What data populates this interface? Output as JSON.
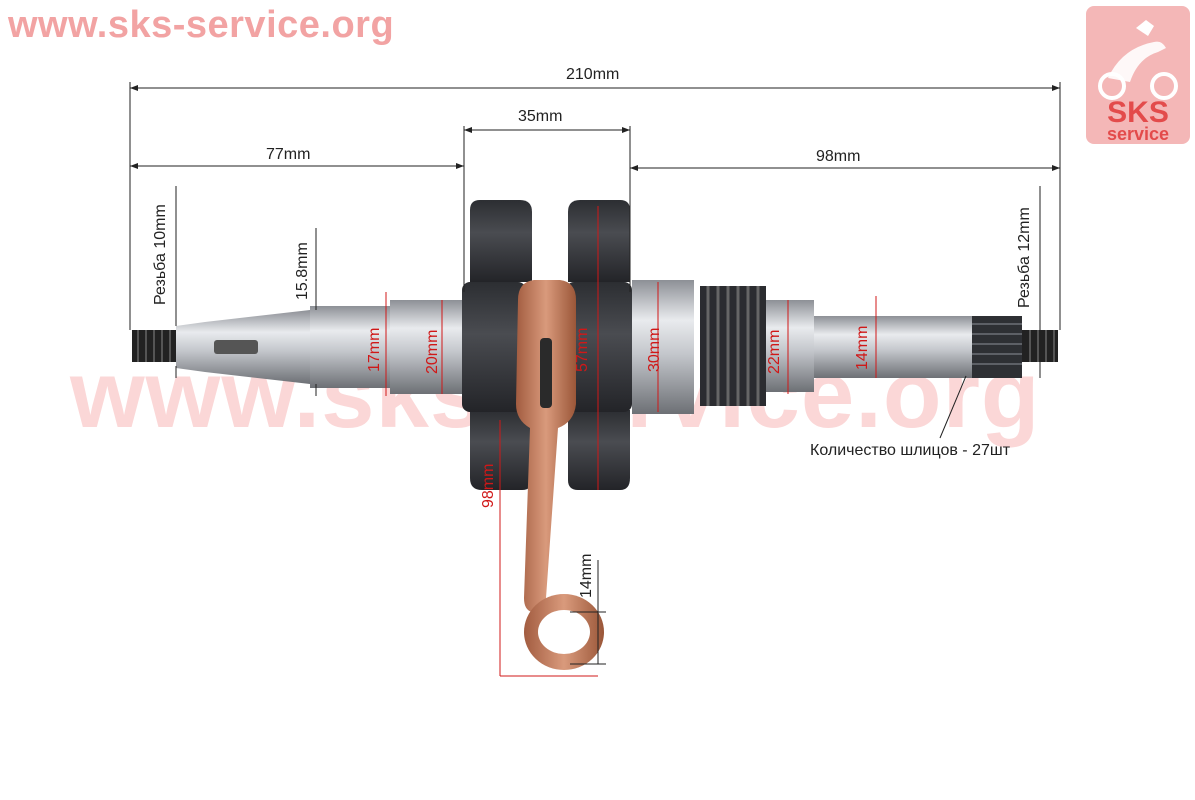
{
  "watermark": {
    "top_text": "www.sks-service.org",
    "center_text": "www.sks-service.org"
  },
  "logo": {
    "line1": "SKS",
    "line2": "service",
    "color": "#e34b4b"
  },
  "dimensions": {
    "overall_length": "210mm",
    "crank_width": "35mm",
    "left_shaft": "77mm",
    "right_shaft": "98mm",
    "left_thread": "Резьба 10mm",
    "right_thread": "Резьба 12mm",
    "left_taper": "15.8mm",
    "journal_17": "17mm",
    "journal_20": "20mm",
    "web_diameter": "57mm",
    "bearing_30": "30mm",
    "journal_22": "22mm",
    "journal_14": "14mm",
    "rod_length": "98mm",
    "pin_14": "14mm",
    "spline_count": "Количество шлицов - 27шт"
  },
  "colors": {
    "dim_black": "#222222",
    "dim_red": "#d01818",
    "rod": "#c77a5b",
    "web": "#3b3d42",
    "shaft": "#b9bcc1"
  }
}
